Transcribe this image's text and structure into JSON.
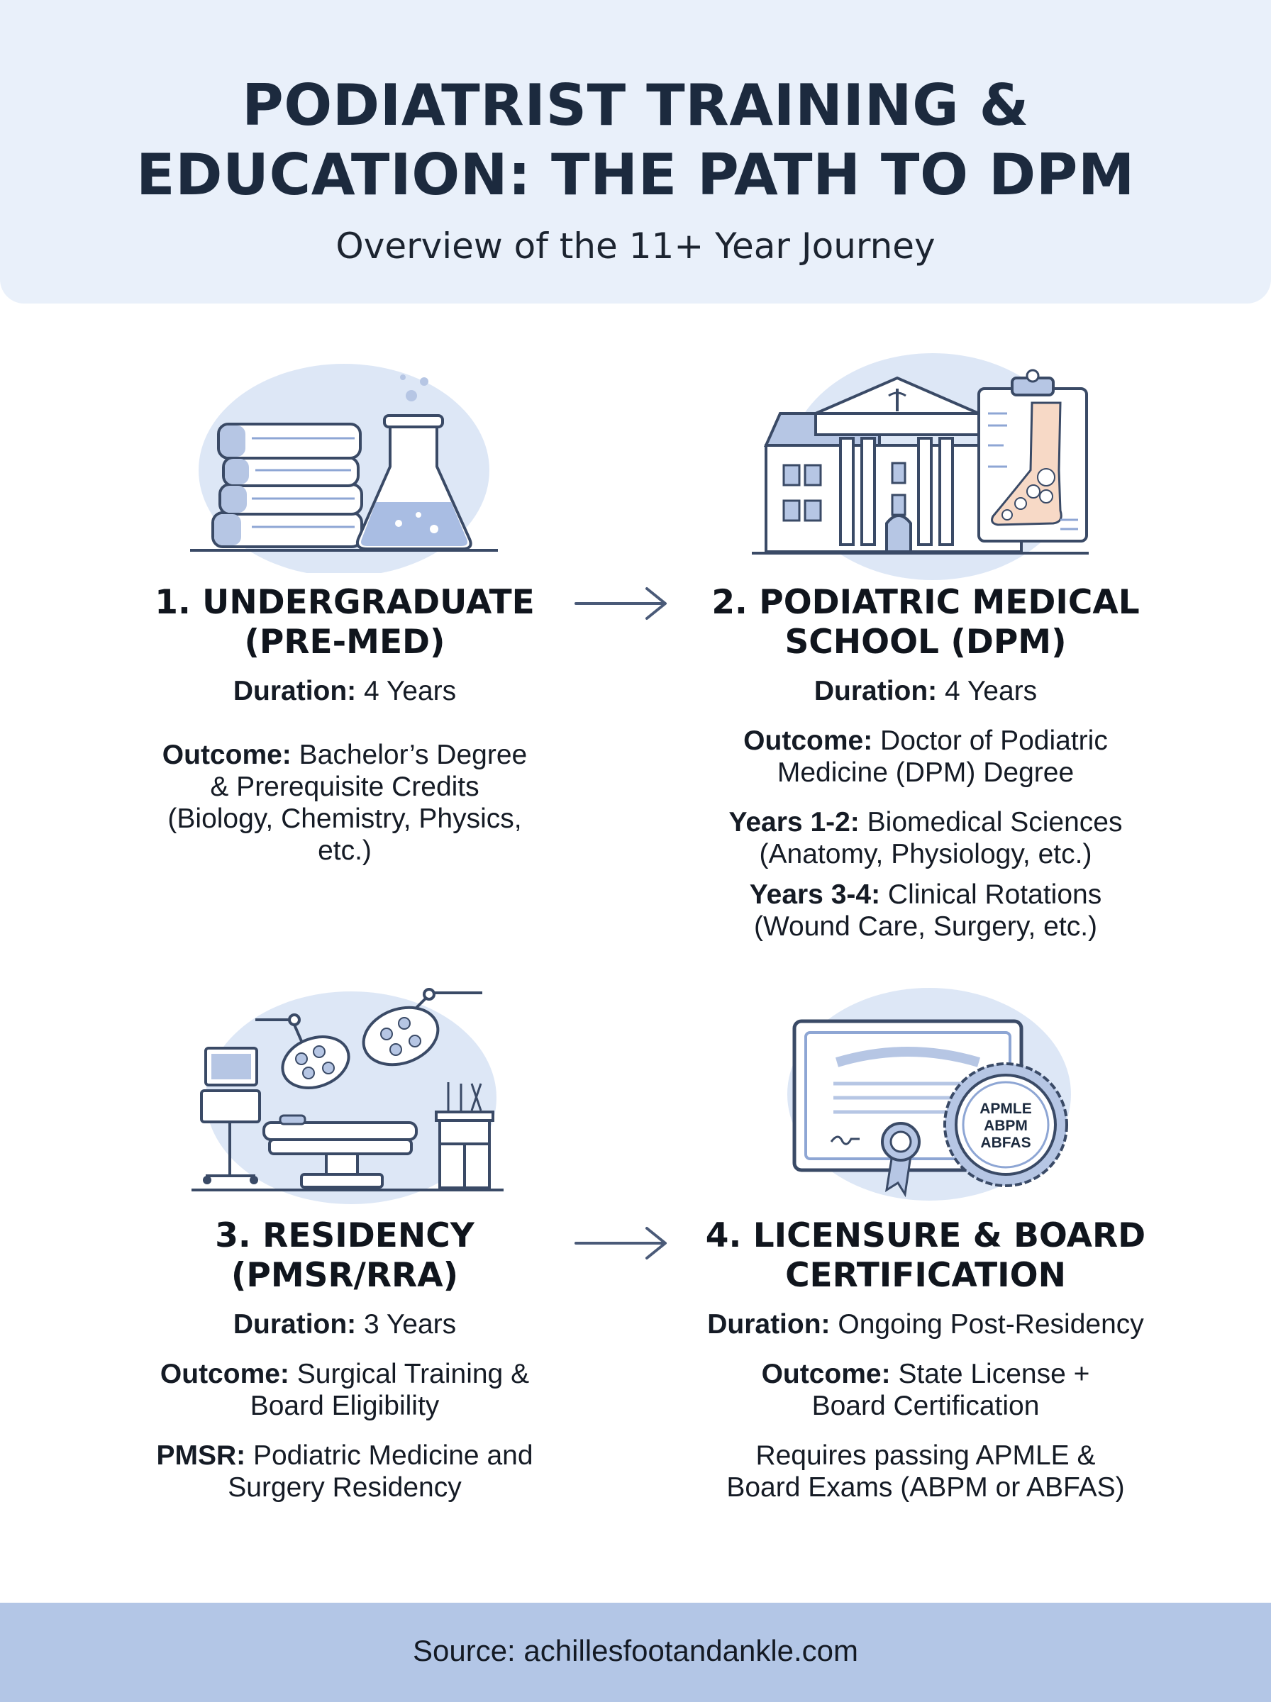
{
  "header": {
    "title_line1": "PODIATRIST TRAINING &",
    "title_line2": "EDUCATION: THE PATH TO DPM",
    "subtitle": "Overview of the 11+ Year Journey"
  },
  "colors": {
    "header_bg": "#e9f0fa",
    "footer_bg": "#b3c6e6",
    "illustration_blue": "#d8e4f6",
    "outline": "#3a4a66",
    "accent": "#8ea6d4"
  },
  "steps": [
    {
      "icon": "books-and-flask-icon",
      "title_line1": "1. UNDERGRADUATE",
      "title_line2": "(PRE-MED)",
      "duration_label": "Duration:",
      "duration_value": " 4 Years",
      "outcome_label": "Outcome:",
      "outcome_value_1": " Bachelor’s Degree",
      "outcome_value_2": "& Prerequisite Credits",
      "outcome_value_3": "(Biology, Chemistry, Physics,",
      "outcome_value_4": "etc.)"
    },
    {
      "icon": "medical-school-building-icon",
      "title_line1": "2. PODIATRIC MEDICAL",
      "title_line2": "SCHOOL (DPM)",
      "duration_label": "Duration:",
      "duration_value": " 4 Years",
      "outcome_label": "Outcome:",
      "outcome_value_1": " Doctor of Podiatric",
      "outcome_value_2": "Medicine (DPM) Degree",
      "years12_label": "Years 1-2:",
      "years12_value_1": " Biomedical Sciences",
      "years12_value_2": "(Anatomy, Physiology, etc.)",
      "years34_label": "Years 3-4:",
      "years34_value_1": " Clinical Rotations",
      "years34_value_2": "(Wound Care, Surgery, etc.)",
      "clipboard_icon": "foot-xray-clipboard-icon"
    },
    {
      "icon": "operating-room-icon",
      "title_line1": "3. RESIDENCY",
      "title_line2": "(PMSR/RRA)",
      "duration_label": "Duration:",
      "duration_value": " 3 Years",
      "outcome_label": "Outcome:",
      "outcome_value_1": " Surgical Training &",
      "outcome_value_2": "Board Eligibility",
      "pmsr_label": "PMSR:",
      "pmsr_value_1": " Podiatric Medicine and",
      "pmsr_value_2": "Surgery Residency"
    },
    {
      "icon": "certificate-with-seal-icon",
      "title_line1": "4. LICENSURE & BOARD",
      "title_line2": "CERTIFICATION",
      "duration_label": "Duration:",
      "duration_value": " Ongoing Post-Residency",
      "outcome_label": "Outcome:",
      "outcome_value_1": " State License +",
      "outcome_value_2": "Board Certification",
      "req_line_1": "Requires passing APMLE &",
      "req_line_2": "Board Exams (ABPM or ABFAS)",
      "seal_line_1": "APMLE",
      "seal_line_2": "ABPM",
      "seal_line_3": "ABFAS"
    }
  ],
  "arrows": [
    "arrow-right-icon",
    "arrow-right-icon"
  ],
  "footer": {
    "source": "Source: achillesfootandankle.com"
  }
}
